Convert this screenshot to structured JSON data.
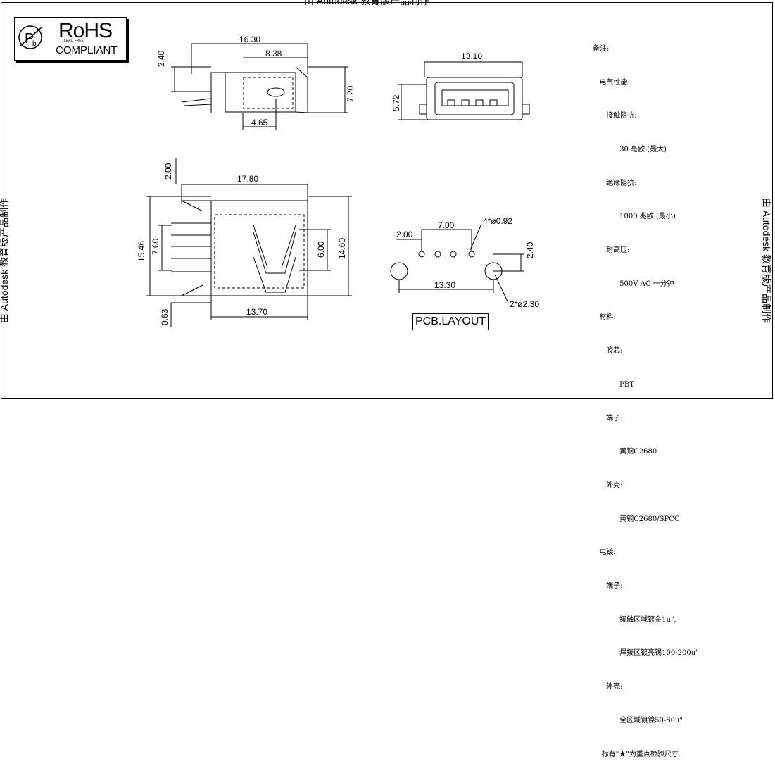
{
  "watermark": {
    "top": "由 Autodesk 教育版产品制作",
    "left": "由 Autodesk 教育版产品制作",
    "right": "由 Autodesk 教育版产品制作"
  },
  "rohs": {
    "title": "RoHS",
    "subtitle": "COMPLIANT",
    "small": "LEAD FREE"
  },
  "pcb_label": "PCB.LAYOUT",
  "dims": {
    "side_total": "16.30",
    "side_inner": "8.38",
    "side_height_left": "2.40",
    "side_height_right": "7.20",
    "side_bottom": "4.65",
    "front_width": "13.10",
    "front_height": "5.72",
    "top_width": "17.80",
    "top_left_top": "2.00",
    "top_left_total": "15.46",
    "top_left_inner": "7.00",
    "top_inner": "6.00",
    "top_right": "14.60",
    "top_bottom": "13.70",
    "top_left_bottom": "0.63",
    "pcb_pitch": "2.00",
    "pcb_span": "7.00",
    "pcb_hole": "4*ø0.92",
    "pcb_vert": "2.40",
    "pcb_peg_span": "13.30",
    "pcb_peg": "2*ø2.30"
  },
  "notes": [
    "备注:",
    "   电气性能:",
    "      接触阻抗:",
    "            30 毫欧 (最大)",
    "      绝缘阻抗:",
    "            1000 兆欧 (最小)",
    "      耐高压:",
    "            500V AC 一分钟",
    "   材料:",
    "      胶芯:",
    "            PBT",
    "      端子:",
    "            黄铜C2680",
    "      外壳:",
    "            黄铜C2680/SPCC",
    "   电镀:",
    "      端子:",
    "            接触区域镀金1u\",",
    "            焊接区镀亮锡100-200u\"",
    "      外壳:",
    "            全区域镀镍50-80u\"",
    "    标有\"★\"为重点检验尺寸."
  ]
}
